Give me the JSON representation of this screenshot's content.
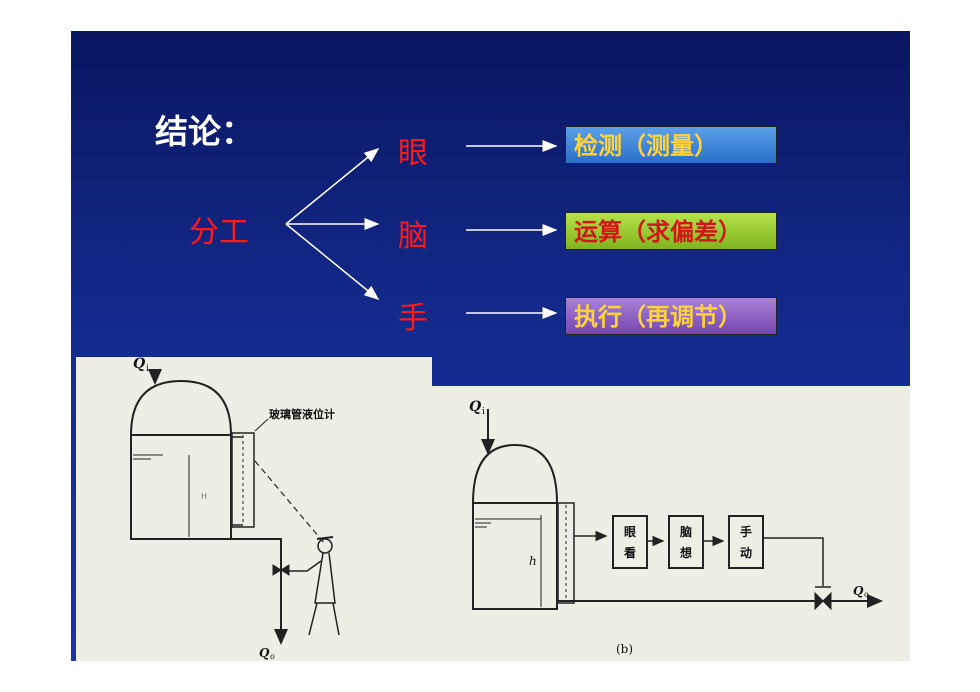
{
  "slide": {
    "heading": "结论：",
    "division": "分工",
    "organs": [
      "眼",
      "脑",
      "手"
    ],
    "functions": [
      "检测（测量）",
      "运算（求偏差）",
      "执行（再调节）"
    ],
    "colors": {
      "background": "#132a8c",
      "heading": "#ffffff",
      "organ": "#ff1a1a",
      "detect_box": "#3a86d8",
      "compute_box": "#95c92a",
      "execute_box": "#8a5ec4"
    }
  },
  "figure_a": {
    "inflow_label": "Q",
    "inflow_sub": "i",
    "gauge_label": "玻璃管液位计",
    "height_label": "H",
    "outflow_label": "Q",
    "outflow_sub": "o"
  },
  "figure_b": {
    "inflow_label": "Q",
    "inflow_sub": "i",
    "height_label": "h",
    "blocks": [
      "眼看",
      "脑想",
      "手动"
    ],
    "outflow_label": "Q",
    "outflow_sub": "o",
    "caption": "(b)"
  }
}
